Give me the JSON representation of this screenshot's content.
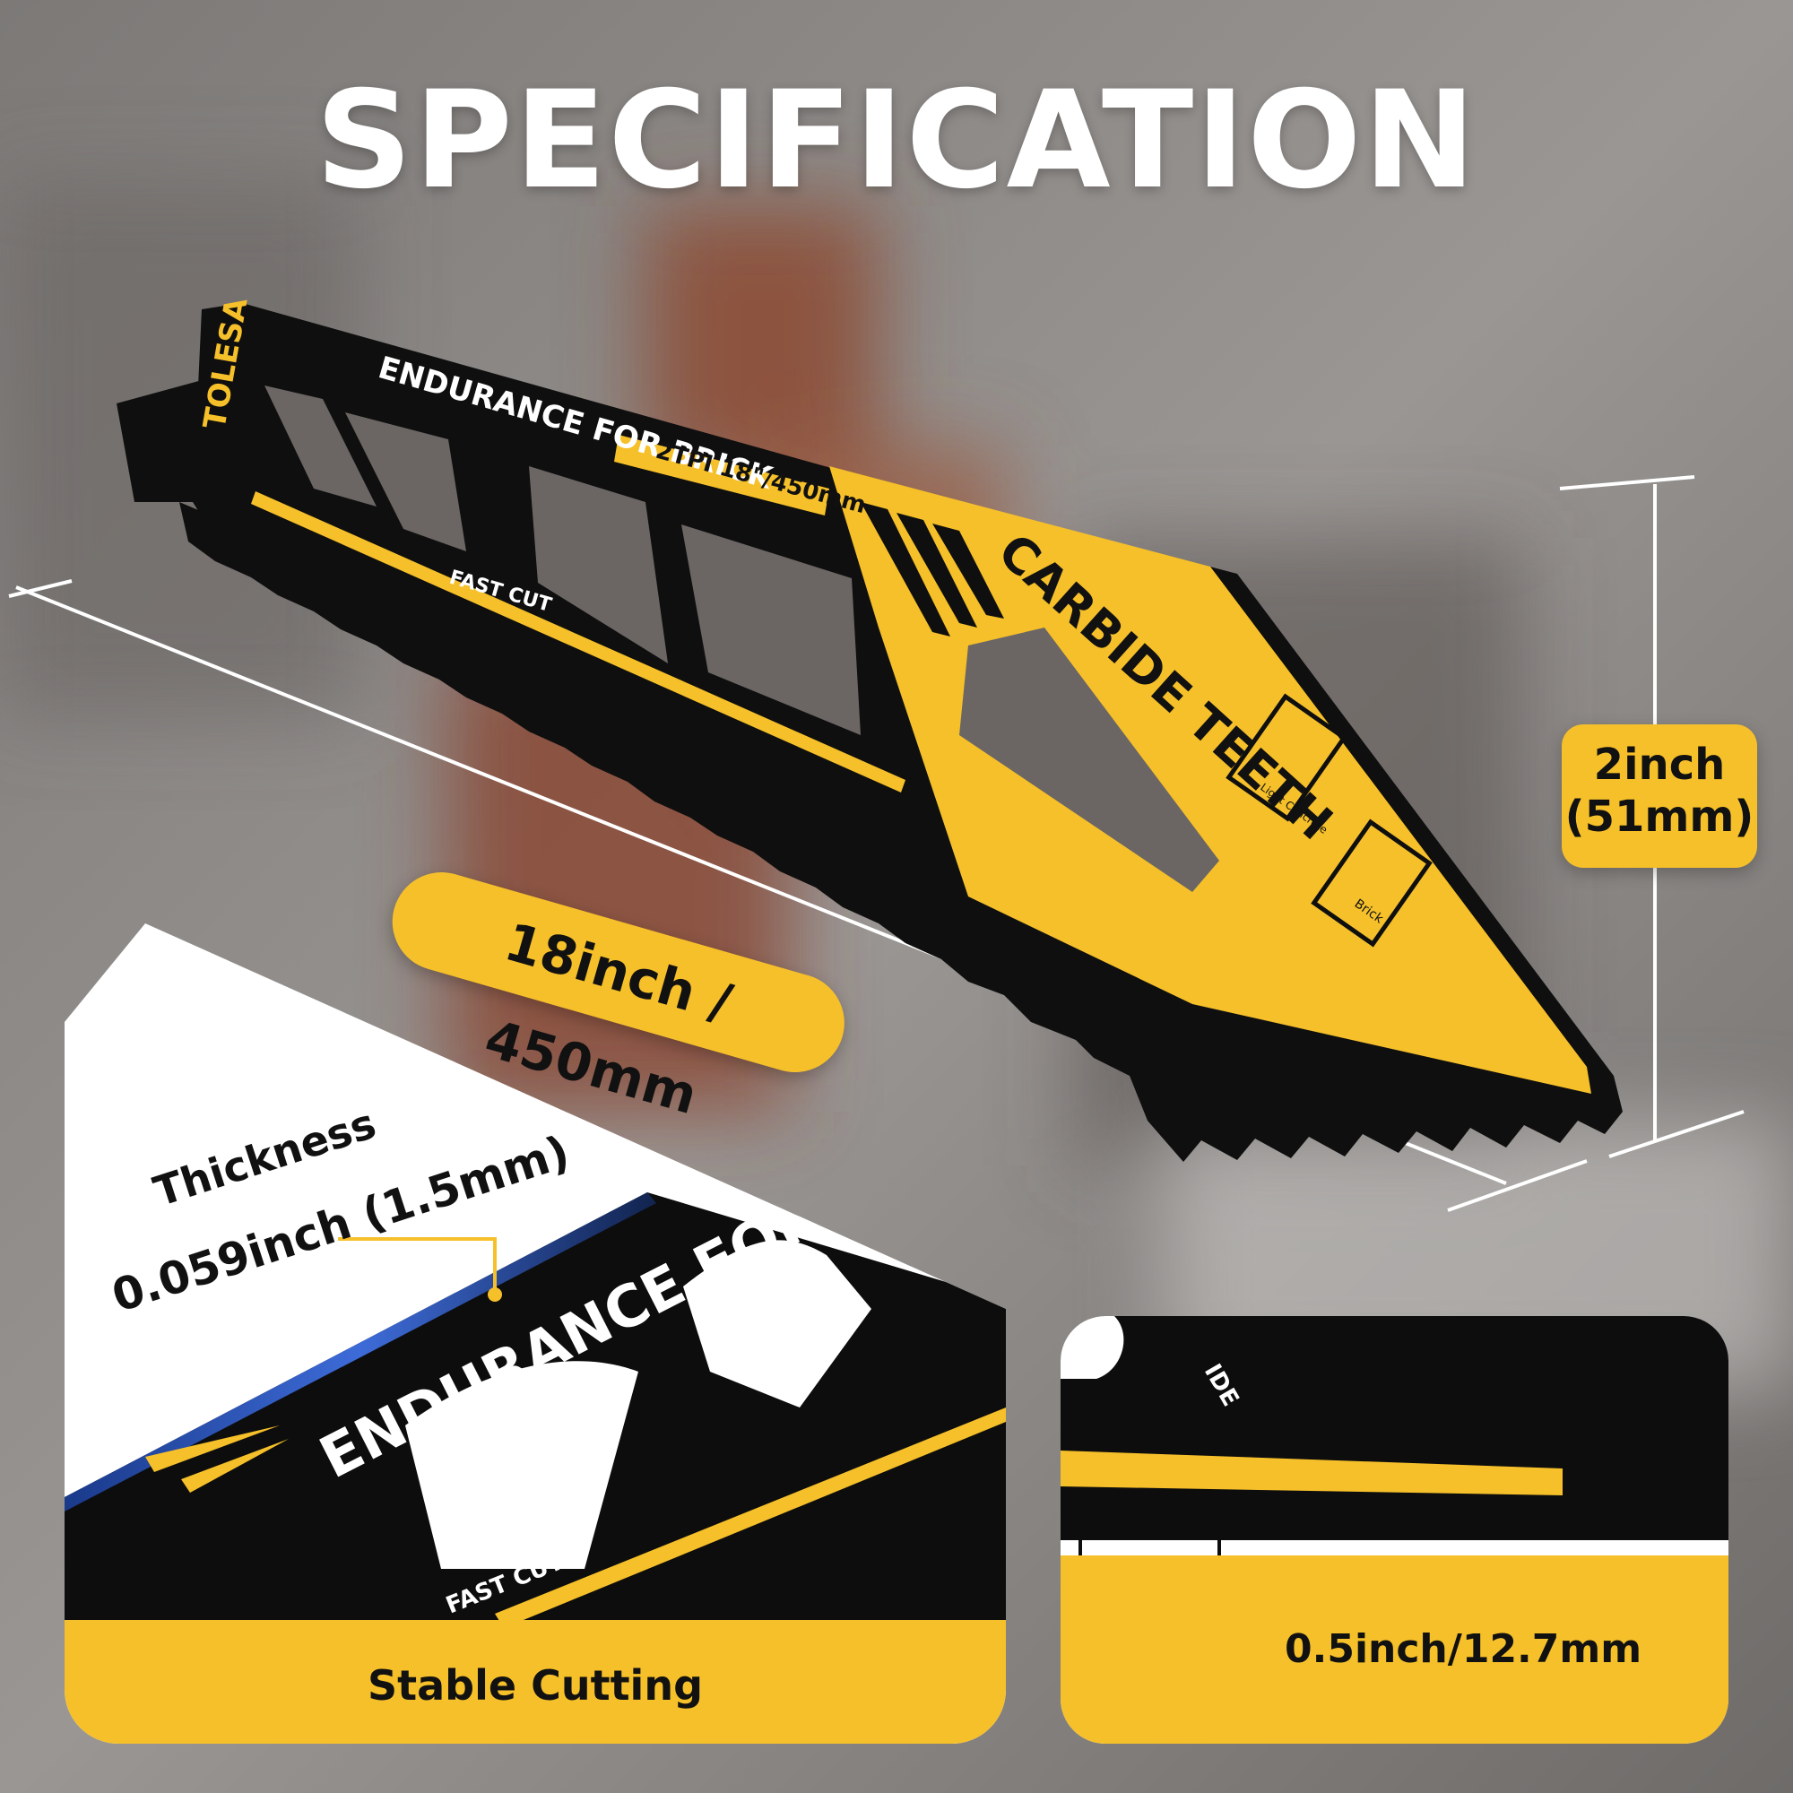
{
  "title": "SPECIFICATION",
  "blade": {
    "brand": "TOLESA",
    "endurance_text": "ENDURANCE FOR BRICK",
    "spec_text": "2TPI  18\"/450mm",
    "carbide_text": "CARBIDE TEETH",
    "fast_cut_text": "FAST CUT",
    "icon_labels": [
      "Light Concrete",
      "Brick"
    ]
  },
  "dimensions": {
    "length": "18inch / 450mm",
    "height_line1": "2inch",
    "height_line2": "(51mm)"
  },
  "thickness": {
    "label": "Thickness",
    "value": "0.059inch (1.5mm)"
  },
  "left_card": {
    "endurance_text": "ENDURANCE FOR BRICK",
    "fast_cut_text": "FAST CUT",
    "caption": "Stable Cutting"
  },
  "right_card": {
    "partial_text": "IDE",
    "caption": "0.5inch/12.7mm"
  },
  "colors": {
    "accent_yellow": "#f6c02a",
    "blade_black": "#0d0d0d",
    "background_gray": "#8a8684"
  }
}
